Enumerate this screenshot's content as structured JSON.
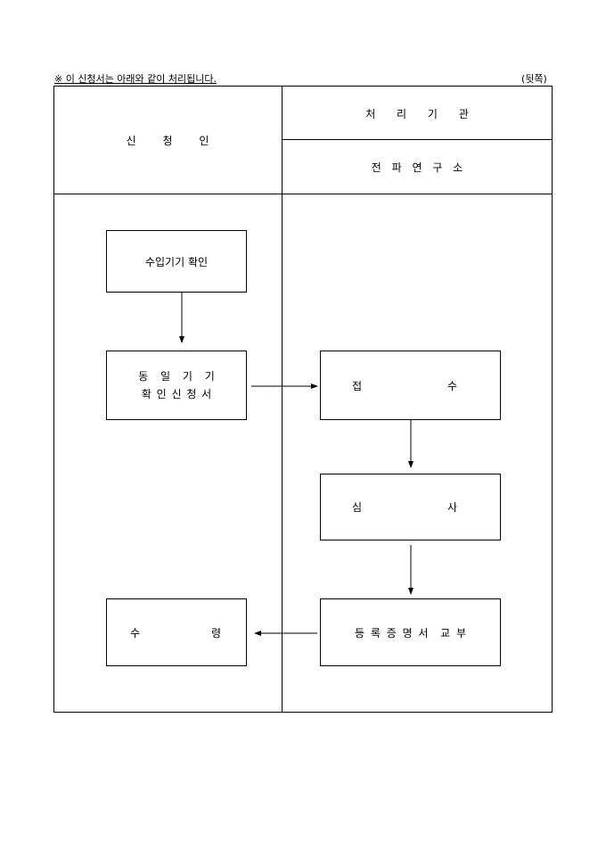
{
  "note": "※ 이 신청서는 아래와 같이 처리됩니다.",
  "page_side": "(뒷쪽)",
  "header": {
    "applicant": "신 청 인",
    "processing_agency": "처 리 기 관",
    "agency_name": "전 파 연 구 소"
  },
  "steps": {
    "import_check": "수입기기 확인",
    "same_device_line1": "동 일 기 기",
    "same_device_line2": "확 인 신 청 서",
    "receipt_left": "접",
    "receipt_right": "수",
    "review_left": "심",
    "review_right": "사",
    "issue_certificate": "등 록 증 명 서  교 부",
    "receive_left": "수",
    "receive_right": "령"
  }
}
